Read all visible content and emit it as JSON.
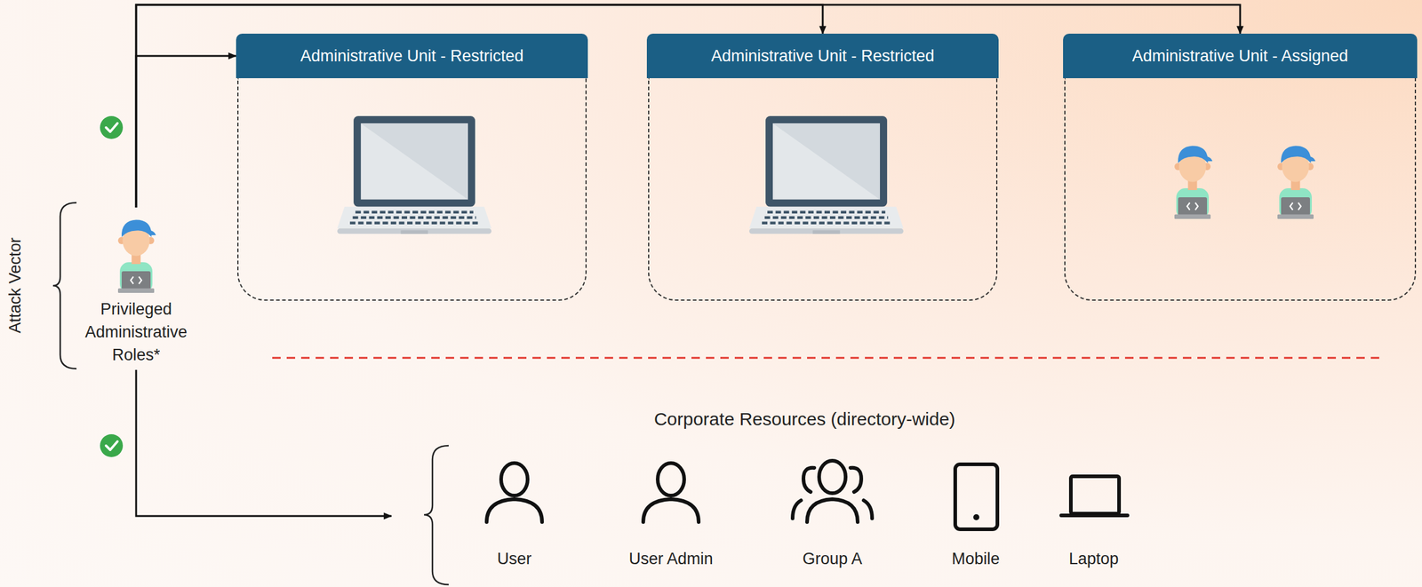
{
  "diagram": {
    "nodes": [
      {
        "text": [
          "Privileged Administrative Roles*"
        ]
      },
      {
        "text": [
          "Administrative Unit - Restricted"
        ]
      },
      {
        "text": [
          "Administrative Unit - Restricted"
        ]
      },
      {
        "text": [
          "Administrative Unit - Assigned"
        ]
      },
      {
        "text": [
          "Corporate Resources (directory-wide)"
        ]
      },
      {
        "text": [
          "User"
        ],
        "in": 4
      },
      {
        "text": [
          "User Admin"
        ],
        "in": 4
      },
      {
        "text": [
          "Group A"
        ],
        "in": 4
      },
      {
        "text": [
          "Mobile"
        ],
        "in": 4
      },
      {
        "text": [
          "Laptop"
        ],
        "in": 4
      }
    ],
    "edges": [
      {
        "from": 0,
        "to": 1,
        "arrow": "to"
      },
      {
        "from": 0,
        "to": 2,
        "arrow": "to"
      },
      {
        "from": 0,
        "to": 3,
        "arrow": "to"
      },
      {
        "from": 0,
        "to": 4,
        "arrow": "to"
      }
    ],
    "labels": [
      "Attack Vector"
    ]
  }
}
